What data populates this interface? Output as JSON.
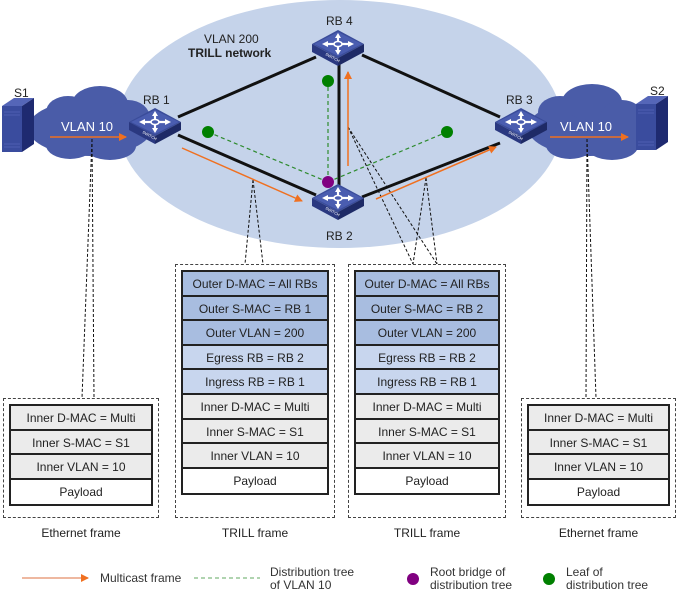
{
  "network": {
    "vlan_label": "VLAN 200",
    "network_label": "TRILL network",
    "colors": {
      "ellipse": "#c5d3ea",
      "cloud": "#4a5ca8",
      "link": "#111111",
      "multicast": "#f07020",
      "tree": "#2e8b2e",
      "root": "#800080",
      "leaf": "#008000"
    }
  },
  "nodes": {
    "s1": "S1",
    "s2": "S2",
    "rb1": "RB 1",
    "rb2": "RB 2",
    "rb3": "RB 3",
    "rb4": "RB 4",
    "cloud_left": "VLAN 10",
    "cloud_right": "VLAN 10"
  },
  "frames": [
    {
      "caption": "Ethernet frame",
      "rows": [
        {
          "text": "Inner D-MAC = Multi",
          "kind": "inner"
        },
        {
          "text": "Inner S-MAC = S1",
          "kind": "inner"
        },
        {
          "text": "Inner VLAN = 10",
          "kind": "inner"
        },
        {
          "text": "Payload",
          "kind": "payload"
        }
      ]
    },
    {
      "caption": "TRILL frame",
      "rows": [
        {
          "text": "Outer D-MAC = All RBs",
          "kind": "outer"
        },
        {
          "text": "Outer S-MAC = RB 1",
          "kind": "outer"
        },
        {
          "text": "Outer VLAN = 200",
          "kind": "outer"
        },
        {
          "text": "Egress RB = RB 2",
          "kind": "trill"
        },
        {
          "text": "Ingress RB = RB 1",
          "kind": "trill"
        },
        {
          "text": "Inner D-MAC = Multi",
          "kind": "inner"
        },
        {
          "text": "Inner S-MAC = S1",
          "kind": "inner"
        },
        {
          "text": "Inner VLAN = 10",
          "kind": "inner"
        },
        {
          "text": "Payload",
          "kind": "payload"
        }
      ]
    },
    {
      "caption": "TRILL frame",
      "rows": [
        {
          "text": "Outer D-MAC = All RBs",
          "kind": "outer"
        },
        {
          "text": "Outer S-MAC = RB 2",
          "kind": "outer"
        },
        {
          "text": "Outer VLAN = 200",
          "kind": "outer"
        },
        {
          "text": "Egress RB = RB 2",
          "kind": "trill"
        },
        {
          "text": "Ingress RB = RB 1",
          "kind": "trill"
        },
        {
          "text": "Inner D-MAC = Multi",
          "kind": "inner"
        },
        {
          "text": "Inner S-MAC = S1",
          "kind": "inner"
        },
        {
          "text": "Inner VLAN = 10",
          "kind": "inner"
        },
        {
          "text": "Payload",
          "kind": "payload"
        }
      ]
    },
    {
      "caption": "Ethernet frame",
      "rows": [
        {
          "text": "Inner D-MAC = Multi",
          "kind": "inner"
        },
        {
          "text": "Inner S-MAC = S1",
          "kind": "inner"
        },
        {
          "text": "Inner VLAN = 10",
          "kind": "inner"
        },
        {
          "text": "Payload",
          "kind": "payload"
        }
      ]
    }
  ],
  "legend": {
    "multicast": "Multicast frame",
    "tree_line1": "Distribution tree",
    "tree_line2": "of VLAN 10",
    "root_line1": "Root bridge of",
    "root_line2": "distribution tree",
    "leaf_line1": "Leaf of",
    "leaf_line2": "distribution tree"
  }
}
